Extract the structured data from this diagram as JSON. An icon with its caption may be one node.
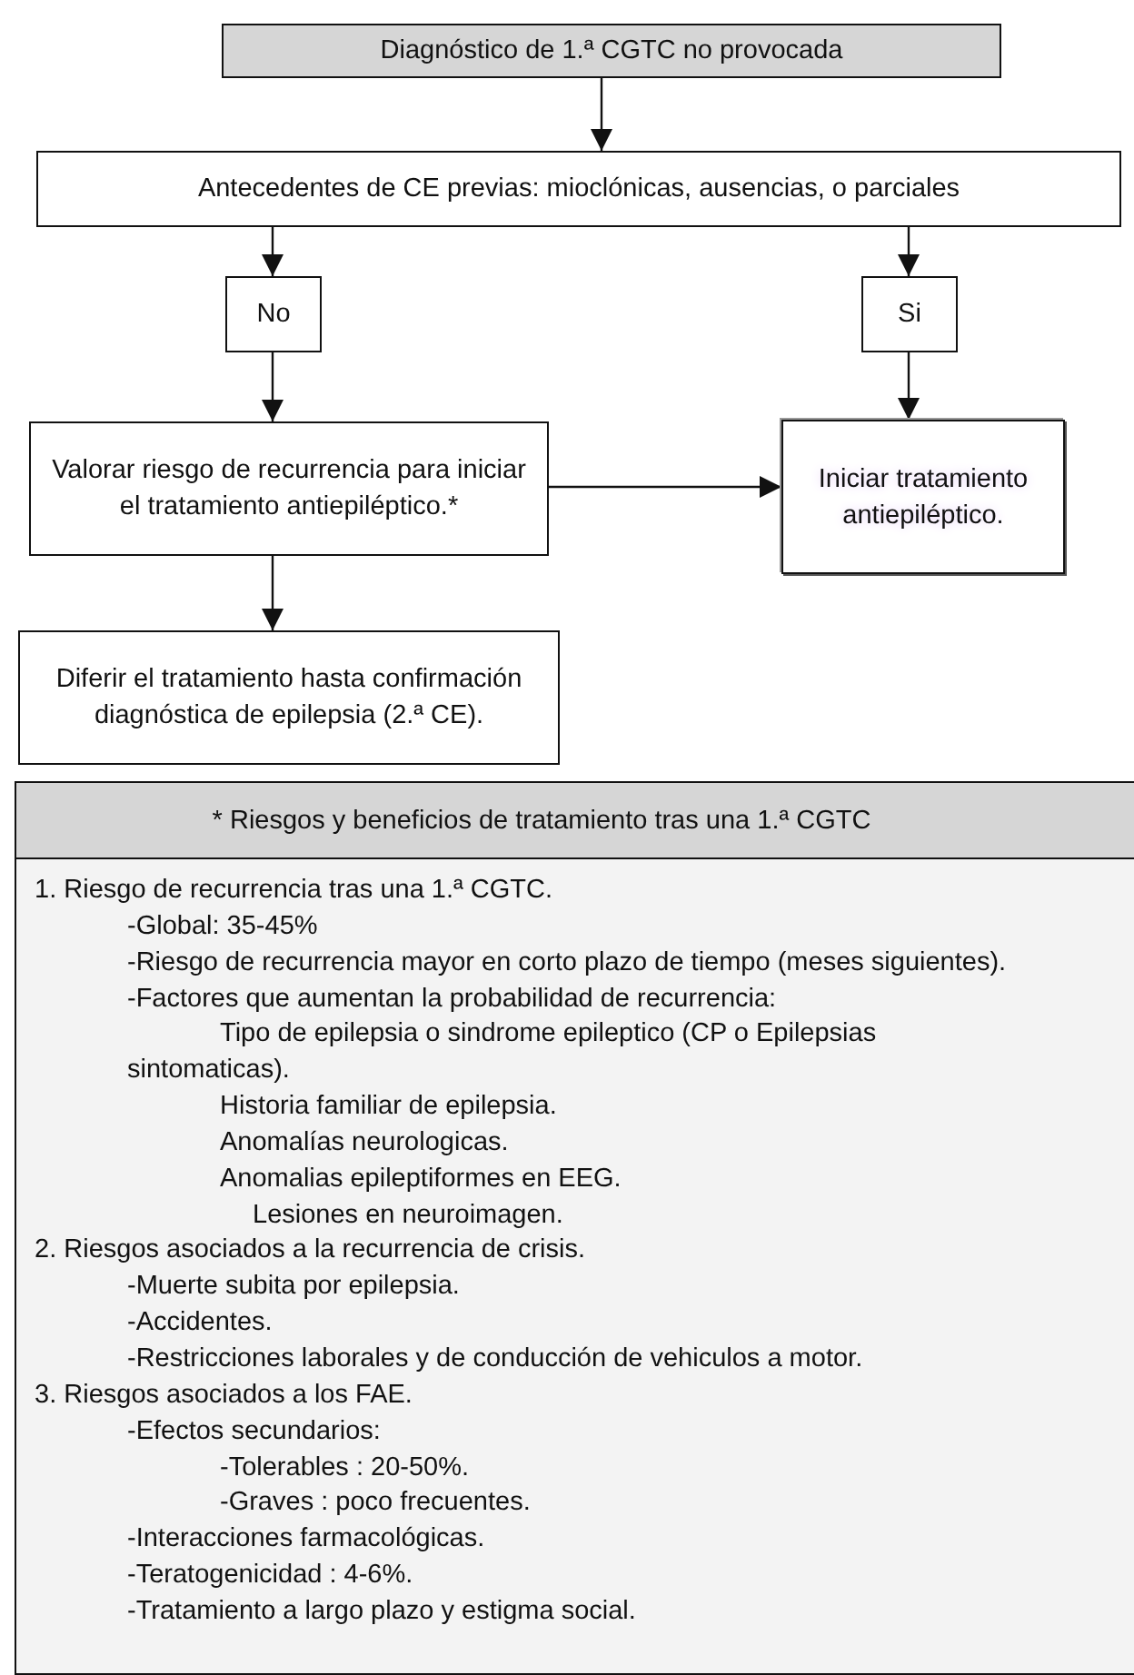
{
  "diagram": {
    "nodes": [
      {
        "text": [
          "Diagnóstico de 1.ª CGTC no provocada"
        ]
      },
      {
        "text": [
          "Antecedentes de CE previas: mioclónicas, ausencias, o parciales"
        ]
      },
      {
        "text": [
          "No"
        ]
      },
      {
        "text": [
          "Si"
        ]
      },
      {
        "text": [
          "Valorar riesgo de recurrencia para iniciar  el tratamiento antiepiléptico.*"
        ]
      },
      {
        "text": [
          "Iniciar tratamiento antiepiléptico."
        ]
      },
      {
        "text": [
          "Diferir el tratamiento hasta confirmación diagnóstica de epilepsia (2.ª CE)."
        ]
      },
      {
        "text": [
          "* Riesgos y beneficios de tratamiento tras una 1.ª CGTC"
        ]
      },
      {
        "text": [
          "1. Riesgo de recurrencia tras una 1.ª CGTC.",
          "-Global: 35-45%",
          "-Riesgo de recurrencia mayor en corto plazo de tiempo (meses siguientes).",
          "-Factores que aumentan la probabilidad de recurrencia:",
          "Tipo de epilepsia o sindrome epileptico (CP o Epilepsias sintomaticas).",
          "Historia familiar de epilepsia.",
          "Anomalías neurologicas.",
          "Anomalias epileptiformes en EEG.",
          "Lesiones en neuroimagen.",
          "2. Riesgos asociados a la recurrencia de crisis.",
          "-Muerte subita por epilepsia.",
          "-Accidentes.",
          "-Restricciones laborales y de conducción de vehiculos a motor.",
          "3. Riesgos asociados a los FAE.",
          "-Efectos secundarios:",
          "-Tolerables : 20-50%.",
          "-Graves : poco frecuentes.",
          "-Interacciones farmacológicas.",
          "-Teratogenicidad : 4-6%.",
          "-Tratamiento a largo plazo y estigma social."
        ]
      }
    ],
    "edges": [
      {
        "from": 0,
        "to": 1,
        "arrow": "to"
      },
      {
        "from": 1,
        "to": 2,
        "arrow": "to"
      },
      {
        "from": 1,
        "to": 3,
        "arrow": "to"
      },
      {
        "from": 2,
        "to": 4,
        "arrow": "to"
      },
      {
        "from": 3,
        "to": 5,
        "arrow": "to"
      },
      {
        "from": 4,
        "to": 5,
        "arrow": "to"
      },
      {
        "from": 4,
        "to": 6,
        "arrow": "to"
      }
    ]
  }
}
